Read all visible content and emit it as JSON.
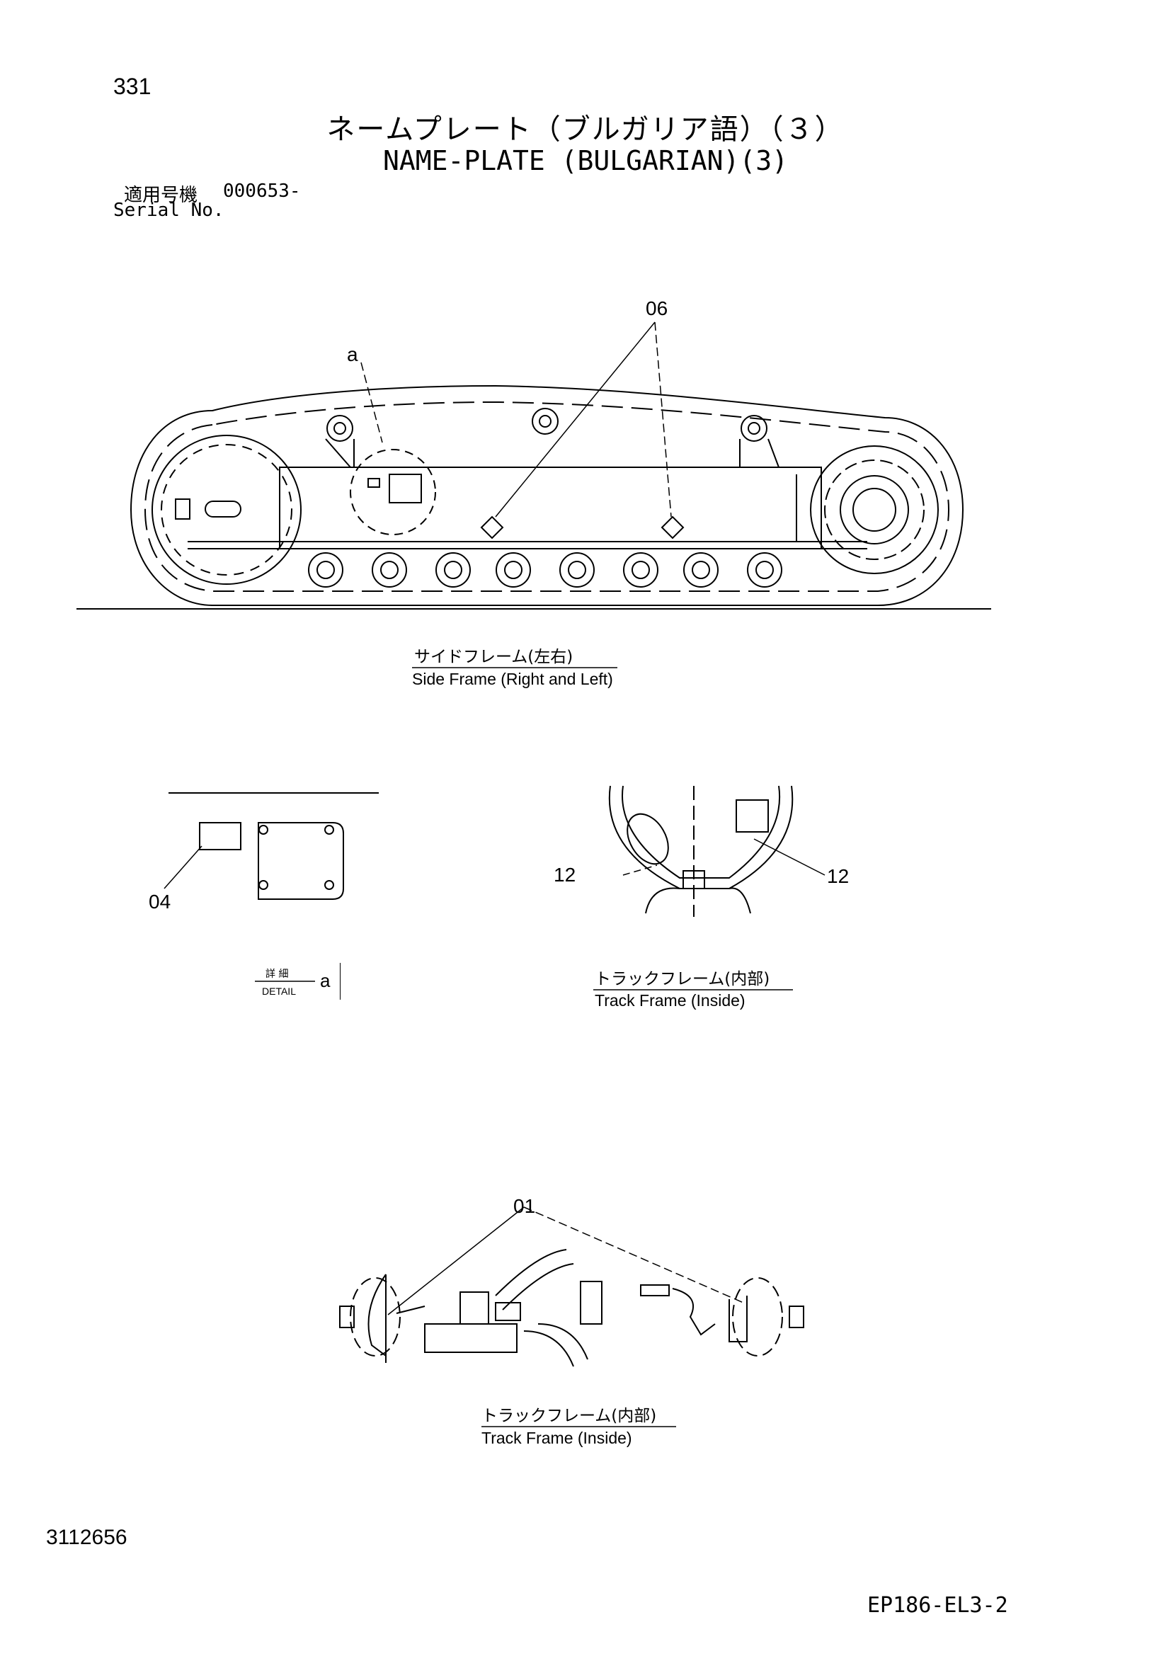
{
  "header": {
    "page_number": "331",
    "title_jp": "ネームプレート（ブルガリア語）（３）",
    "title_en": "NAME-PLATE (BULGARIAN)(3)",
    "serial_label_jp": "適用号機",
    "serial_value": "000653-",
    "serial_label_en": "Serial No."
  },
  "side_frame": {
    "caption_jp": "サイドフレーム(左右)",
    "caption_en": "Side Frame (Right and Left)",
    "callout_06": "06",
    "callout_a": "a"
  },
  "detail": {
    "callout_04": "04",
    "label_jp": "詳 細",
    "label_en": "DETAIL",
    "letter": "a"
  },
  "track_frame_1": {
    "caption_jp": "トラックフレーム(内部)",
    "caption_en": "Track Frame (Inside)",
    "callout_left": "12",
    "callout_right": "12"
  },
  "track_frame_2": {
    "caption_jp": "トラックフレーム(内部)",
    "caption_en": "Track Frame (Inside)",
    "callout_01": "01"
  },
  "footer": {
    "doc_code": "3112656",
    "sheet_code": "EP186-EL3-2"
  }
}
